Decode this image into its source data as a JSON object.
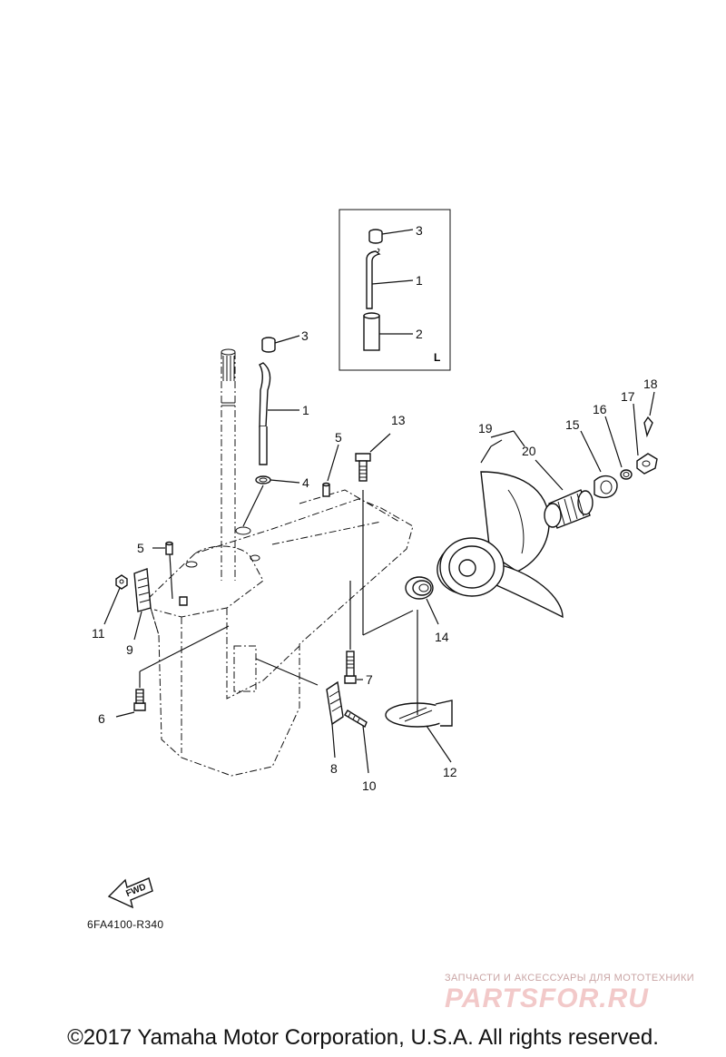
{
  "callouts": [
    "1",
    "2",
    "3",
    "4",
    "5",
    "6",
    "7",
    "8",
    "9",
    "10",
    "11",
    "12",
    "13",
    "14",
    "15",
    "16",
    "17",
    "18",
    "19",
    "20"
  ],
  "inset_label": "L",
  "fwd_label": "FWD",
  "diagram_code": "6FA4100-R340",
  "watermark": {
    "tagline": "ЗАПЧАСТИ И АКСЕССУАРЫ ДЛЯ МОТОТЕХНИКИ",
    "brand": "PARTSFOR.RU"
  },
  "copyright": "©2017 Yamaha Motor Corporation, U.S.A. All rights reserved."
}
